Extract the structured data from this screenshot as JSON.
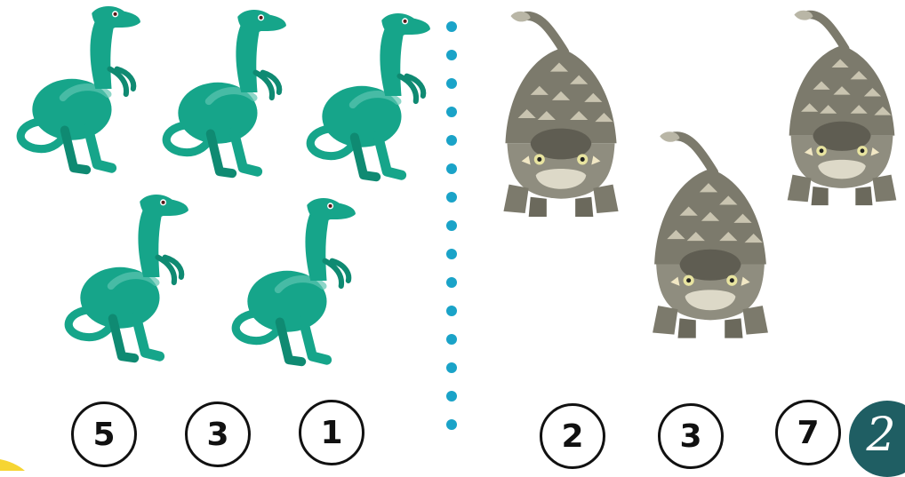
{
  "left_group": {
    "count_options": [
      "5",
      "3",
      "1"
    ]
  },
  "right_group": {
    "count_options": [
      "2",
      "3",
      "7"
    ]
  },
  "page_number": "2",
  "icons": {
    "left_animal": "green-raptor-dinosaur-icon",
    "right_animal": "gray-ankylosaurus-icon"
  },
  "colors": {
    "raptor": "#16a58a",
    "ankylosaurus": "#7c7a6c",
    "divider_dots": "#1aa3c8",
    "badge": "#1f5e63",
    "corner": "#f6d533"
  }
}
